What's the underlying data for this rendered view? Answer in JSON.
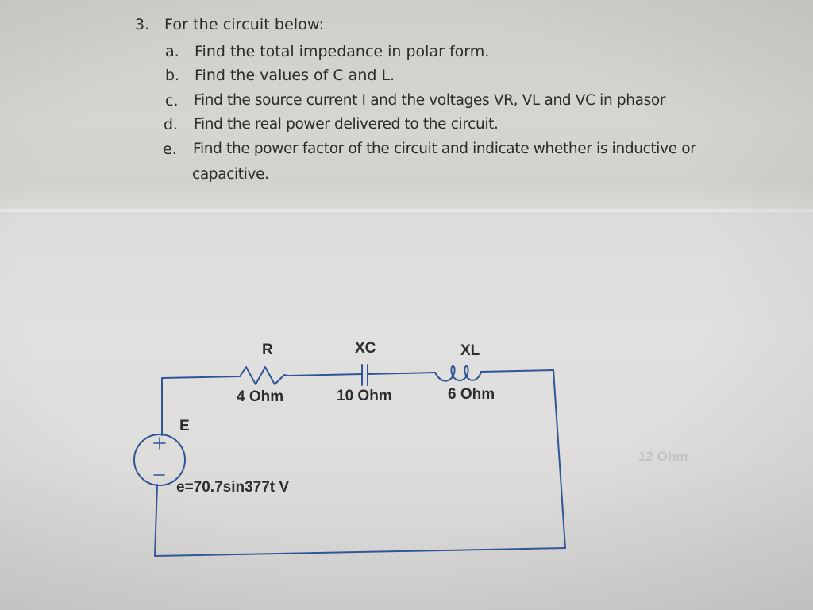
{
  "question": {
    "number": "3.",
    "intro": "For the circuit below:",
    "parts": [
      {
        "letter": "a.",
        "text": "Find the total impedance in polar form."
      },
      {
        "letter": "b.",
        "text": "Find the values of C and L."
      },
      {
        "letter": "c.",
        "text": "Find the source current I and the voltages VR, VL and VC in phasor"
      },
      {
        "letter": "d.",
        "text": "Find the real power delivered to the circuit."
      },
      {
        "letter": "e.",
        "text": "Find the power factor of the circuit and indicate whether is inductive or",
        "continuation": "capacitive."
      }
    ]
  },
  "circuit": {
    "wire_color": "#2f5597",
    "source": {
      "label": "E",
      "plus": "+",
      "minus": "–",
      "equation": "e=70.7sin377t V"
    },
    "components": [
      {
        "type": "resistor",
        "name": "R",
        "value": "4 Ohm"
      },
      {
        "type": "capacitor",
        "name": "XC",
        "value": "10 Ohm"
      },
      {
        "type": "inductor",
        "name": "XL",
        "value": "6 Ohm"
      }
    ],
    "bleed_through": {
      "text": "12 Ohm"
    }
  }
}
